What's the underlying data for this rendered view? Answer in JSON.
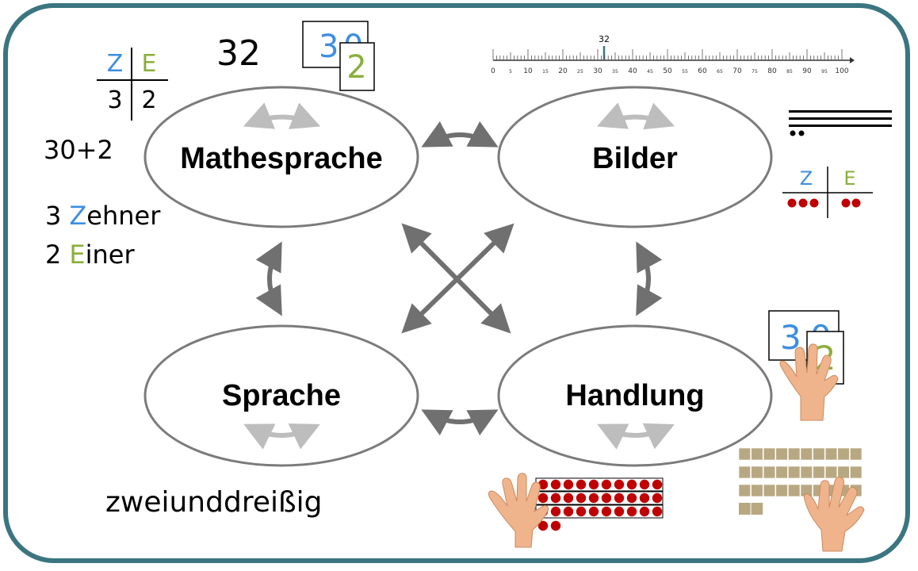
{
  "nodes": {
    "mathesprache": "Mathesprache",
    "bilder": "Bilder",
    "sprache": "Sprache",
    "handlung": "Handlung"
  },
  "mathesprache_examples": {
    "number": "32",
    "card_tens": "3",
    "card_tens_hidden": "0",
    "card_ones": "2",
    "place_header_tens": "Z",
    "place_header_ones": "E",
    "place_value_tens": "3",
    "place_value_ones": "2",
    "sum": "30+2",
    "tens_count": "3",
    "tens_initial": "Z",
    "tens_rest": "ehner",
    "ones_count": "2",
    "ones_initial": "E",
    "ones_rest": "iner"
  },
  "bilder_examples": {
    "numberline_marker": "32",
    "numberline_ticks": [
      "0",
      "5",
      "10",
      "15",
      "20",
      "25",
      "30",
      "35",
      "40",
      "45",
      "50",
      "55",
      "60",
      "65",
      "70",
      "75",
      "80",
      "85",
      "90",
      "95",
      "100"
    ],
    "place_header_tens": "Z",
    "place_header_ones": "E"
  },
  "sprache_examples": {
    "word": "zweiunddreißig"
  },
  "handlung_examples": {
    "card_tens": "3",
    "card_tens_hidden": "0",
    "card_ones": "2"
  },
  "colors": {
    "frame": "#3a7580",
    "tens_blue": "#3d8ee0",
    "ones_green": "#8aae3b",
    "counter_red": "#c00000",
    "block_tan": "#b8a882",
    "skin": "#f0b48c",
    "arrow_dark": "#707070",
    "arrow_light": "#bdbdbd"
  }
}
